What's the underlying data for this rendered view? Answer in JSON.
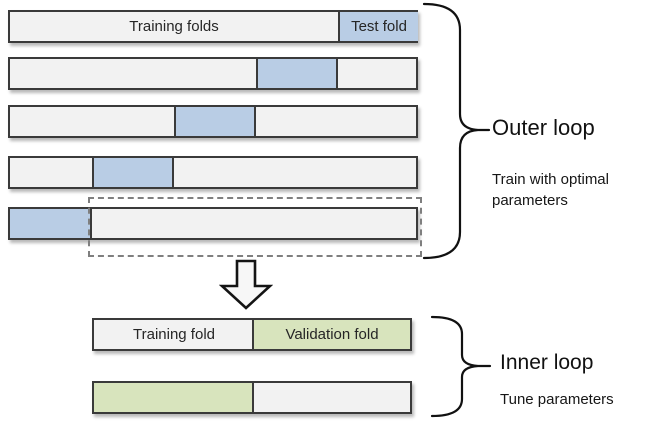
{
  "diagram": {
    "outer": {
      "num_folds": 5,
      "first_bar": {
        "training_label": "Training folds",
        "test_label": "Test fold"
      },
      "title": "Outer loop",
      "subtitle": "Train with optimal parameters"
    },
    "inner": {
      "num_folds": 2,
      "first_bar": {
        "training_label": "Training fold",
        "validation_label": "Validation fold"
      },
      "title": "Inner loop",
      "subtitle": "Tune parameters"
    },
    "colors": {
      "test_fold_blue": "#b9cde5",
      "validation_fold_green": "#d8e4bd",
      "fold_background": "#f2f2f2",
      "fold_border": "#3a3a3a",
      "dashed_outline": "#7f7f7f"
    }
  }
}
